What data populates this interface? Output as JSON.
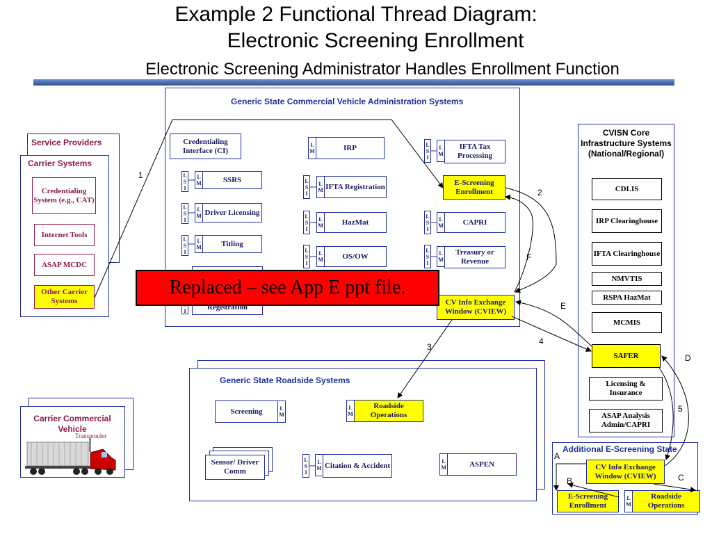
{
  "title": {
    "line1": "Example 2 Functional Thread Diagram:",
    "line2": "Electronic Screening Enrollment",
    "subtitle": "Electronic Screening Administrator Handles Enrollment Function"
  },
  "lm": [
    "L",
    "M"
  ],
  "lsi": [
    "L",
    "S",
    "I"
  ],
  "state_admin": {
    "header": "Generic State Commercial Vehicle Administration Systems",
    "credentialing_interface": "Credentialing Interface (CI)",
    "ssrs": "SSRS",
    "driver_licensing": "Driver Licensing",
    "titling": "Titling",
    "registration": "Registration",
    "irp": "IRP",
    "ifta_registration": "IFTA Registration",
    "hazmat": "HazMat",
    "osow": "OS/OW",
    "ifta_tax": "IFTA Tax Processing",
    "e_screening_enrollment": "E-Screening Enrollment",
    "capri": "CAPRI",
    "treasury": "Treasury or Revenue",
    "cview": "CV Info Exchange Window (CVIEW)"
  },
  "service_providers": {
    "header": "Service Providers",
    "carrier_systems": "Carrier Systems",
    "credentialing_system": "Credentialing System (e.g., CAT)",
    "internet_tools": "Internet Tools",
    "asap_mcdc": "ASAP MCDC",
    "other_carrier": "Other Carrier Systems"
  },
  "cvisn": {
    "header": "CVISN Core Infrastructure Systems (National/Regional)",
    "items": [
      "CDLIS",
      "IRP Clearinghouse",
      "IFTA Clearinghouse",
      "NMVTIS",
      "RSPA HazMat",
      "MCMIS",
      "SAFER",
      "Licensing & Insurance",
      "ASAP Analysis Admin/CAPRI"
    ]
  },
  "roadside": {
    "header": "Generic State Roadside Systems",
    "screening": "Screening",
    "roadside_operations": "Roadside Operations",
    "sensor": "Sensor/ Driver Comm",
    "citation": "Citation & Accident",
    "aspen": "ASPEN"
  },
  "vehicle": {
    "header": "Carrier Commercial Vehicle",
    "transponder": "Transponder"
  },
  "additional": {
    "header": "Additional E-Screening State",
    "cview": "CV Info Exchange Window (CVIEW)",
    "enrollment": "E-Screening Enrollment",
    "roadside_operations": "Roadside Operations"
  },
  "overlay": "Replaced – see App E ppt file.",
  "flow_labels": {
    "n1": "1",
    "n2": "2",
    "n3": "3",
    "n4": "4",
    "n5": "5",
    "a": "A",
    "b": "B",
    "c": "C",
    "d": "D",
    "e": "E",
    "f": "F"
  },
  "colors": {
    "frame_blue": "#1f2e9c",
    "header_blue": "#1f2e9c",
    "maroon": "#8b1a4a",
    "yellow": "#ffff00",
    "overlay_red": "#ff0000"
  }
}
